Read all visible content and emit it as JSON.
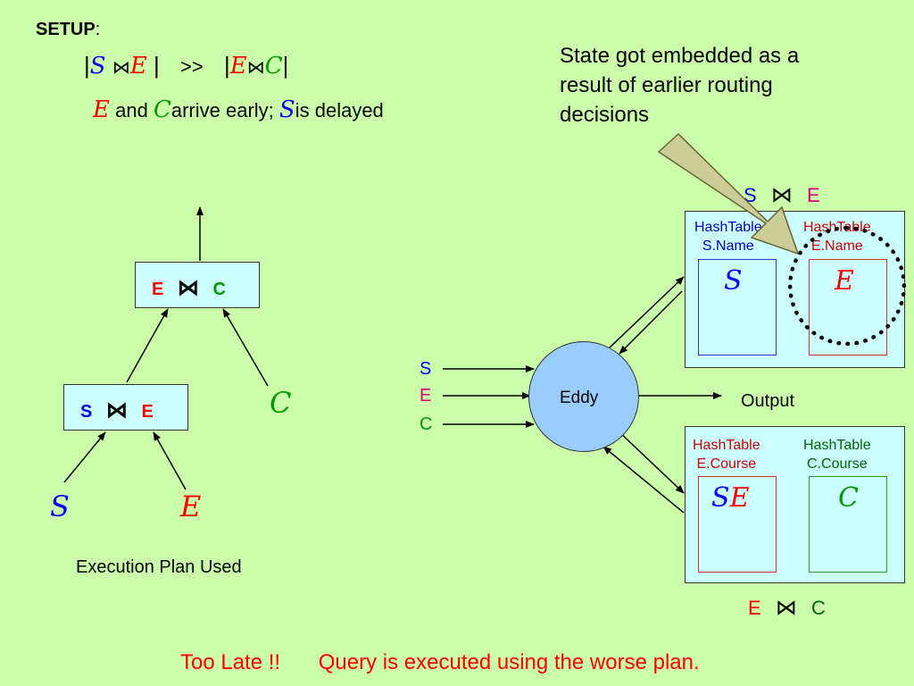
{
  "setup": {
    "label": "SETUP",
    "colon": ":"
  },
  "inequality": {
    "left_a": "S",
    "join": "⋈",
    "left_b": "E",
    "gt": ">>",
    "right_a": "E",
    "right_b": "C",
    "bar": "|"
  },
  "arrival": {
    "e": "E",
    "and": "and",
    "c": "C",
    "early": "arrive early;",
    "s": "S",
    "delayed": "is delayed"
  },
  "plan": {
    "top_join": {
      "left": "E",
      "right": "C"
    },
    "bottom_join": {
      "left": "S",
      "right": "E"
    },
    "leaf_c": "C",
    "leaf_s": "S",
    "leaf_e": "E",
    "caption": "Execution Plan Used"
  },
  "note": {
    "line1": "State got embedded as a",
    "line2": "result of earlier routing",
    "line3": "decisions"
  },
  "eddy": {
    "label": "Eddy",
    "inputs": [
      "S",
      "E",
      "C"
    ],
    "output": "Output"
  },
  "top_module": {
    "title_left": "S",
    "title_right": "E",
    "ht_left_1": "HashTable",
    "ht_left_2": "S.Name",
    "ht_right_1": "HashTable",
    "ht_right_2": "E.Name",
    "content_left": "S",
    "content_right": "E"
  },
  "bottom_module": {
    "title_left": "E",
    "title_right": "C",
    "ht_left_1": "HashTable",
    "ht_left_2": "E.Course",
    "ht_right_1": "HashTable",
    "ht_right_2": "C.Course",
    "content_left_a": "S",
    "content_left_b": "E",
    "content_right": "C"
  },
  "footer": {
    "too_late": "Too Late !!",
    "message": "Query is executed using the worse plan."
  },
  "colors": {
    "background": "#ccffaa",
    "box": "#ccffff",
    "eddy": "#99ccff",
    "arrow_fill": "#cccc99"
  }
}
